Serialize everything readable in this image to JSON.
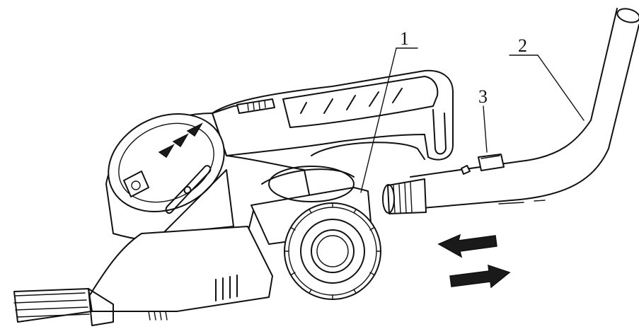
{
  "labels": {
    "part1": "1",
    "part2": "2",
    "part3": "3"
  },
  "colors": {
    "line": "#111111",
    "background": "#ffffff"
  }
}
